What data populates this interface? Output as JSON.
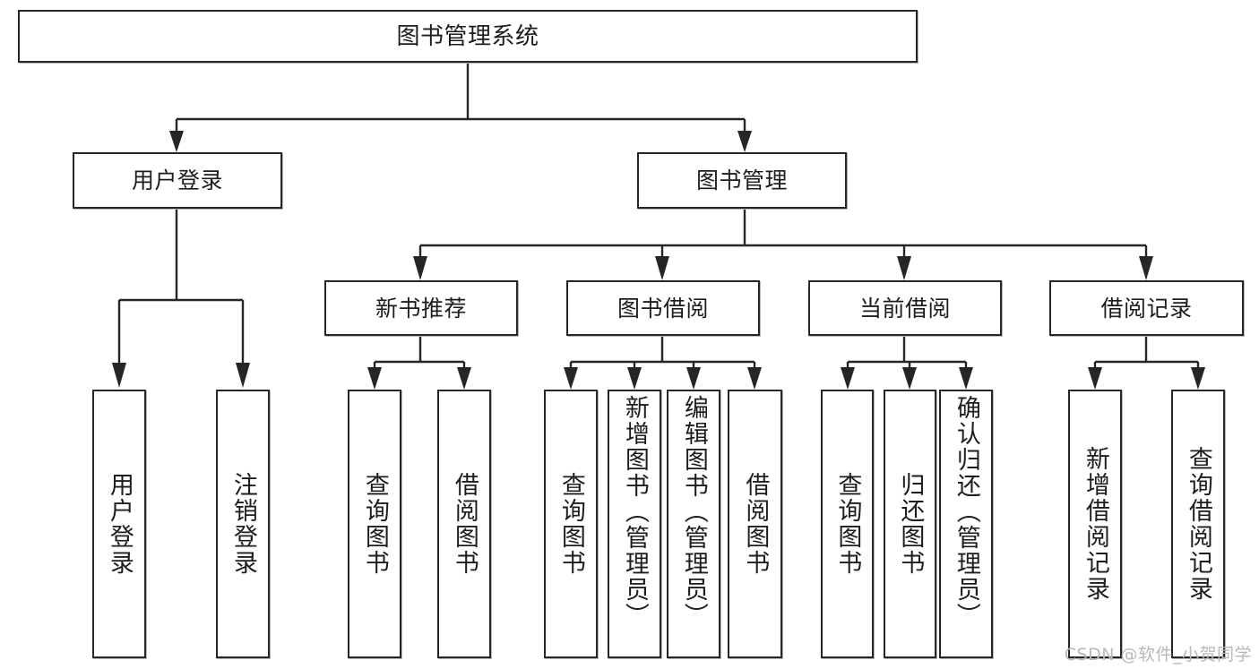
{
  "diagram": {
    "title": "图书管理系统",
    "watermark": "CSDN @软件_小贺同学",
    "colors": {
      "box_border": "#262626",
      "box_fill": "#ffffff",
      "connector": "#262626",
      "text": "#1d1d1d",
      "watermark": "#b9b9b9",
      "background": "#ffffff"
    },
    "levels": {
      "root": {
        "label": "图书管理系统"
      },
      "level2": [
        {
          "label": "用户登录"
        },
        {
          "label": "图书管理"
        }
      ],
      "level3": [
        {
          "label": "新书推荐"
        },
        {
          "label": "图书借阅"
        },
        {
          "label": "当前借阅"
        },
        {
          "label": "借阅记录"
        }
      ],
      "leaves": {
        "user_login": [
          {
            "label": "用户登录"
          },
          {
            "label": "注销登录"
          }
        ],
        "new_book_recommend": [
          {
            "label": "查询图书"
          },
          {
            "label": "借阅图书"
          }
        ],
        "book_borrow": [
          {
            "label": "查询图书"
          },
          {
            "label": "新增图书（管理员）"
          },
          {
            "label": "编辑图书（管理员）"
          },
          {
            "label": "借阅图书"
          }
        ],
        "current_borrow": [
          {
            "label": "查询图书"
          },
          {
            "label": "归还图书"
          },
          {
            "label": "确认归还（管理员）"
          }
        ],
        "borrow_record": [
          {
            "label": "新增借阅记录"
          },
          {
            "label": "查询借阅记录"
          }
        ]
      }
    }
  }
}
